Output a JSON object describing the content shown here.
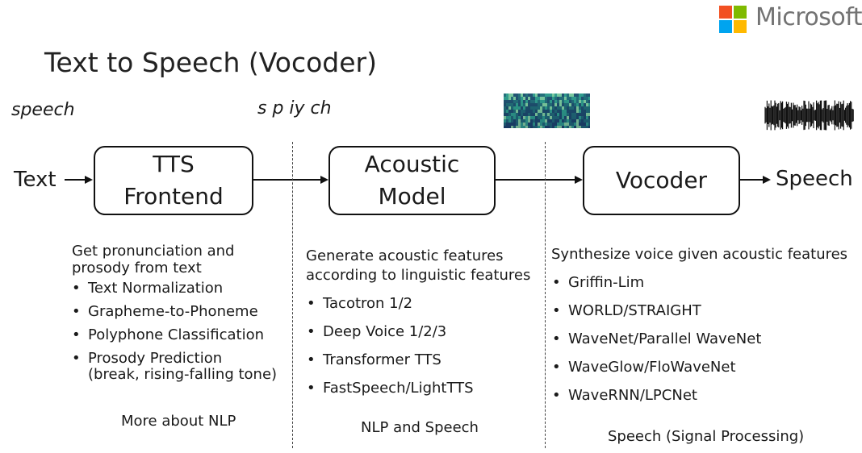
{
  "brand": {
    "name": "Microsoft"
  },
  "title": "Text to Speech (Vocoder)",
  "labels": {
    "text_example": "speech",
    "phonemes": "s p iy ch",
    "input": "Text",
    "output": "Speech"
  },
  "boxes": {
    "frontend": [
      "TTS",
      "Frontend"
    ],
    "acoustic": [
      "Acoustic",
      "Model"
    ],
    "vocoder": [
      "Vocoder"
    ]
  },
  "columns": [
    {
      "heading": "Get pronunciation and prosody from text",
      "items": [
        "Text Normalization",
        "Grapheme-to-Phoneme",
        "Polyphone Classification",
        "Prosody Prediction (break, rising-falling tone)"
      ],
      "footer": "More about NLP"
    },
    {
      "heading": "Generate acoustic features according to linguistic features",
      "items": [
        "Tacotron 1/2",
        "Deep Voice 1/2/3",
        "Transformer TTS",
        "FastSpeech/LightTTS"
      ],
      "footer": "NLP and Speech"
    },
    {
      "heading": "Synthesize voice given acoustic features",
      "items": [
        "Griffin-Lim",
        "WORLD/STRAIGHT",
        "WaveNet/Parallel WaveNet",
        "WaveGlow/FloWaveNet",
        "WaveRNN/LPCNet"
      ],
      "footer": "Speech (Signal Processing)"
    }
  ],
  "colors": {
    "logo_red": "#f25022",
    "logo_green": "#7fba00",
    "logo_blue": "#00a4ef",
    "logo_yellow": "#ffb900",
    "spectrogram": "#1f6f6a",
    "waveform": "#111111"
  },
  "icons": {
    "spectrogram": "spectrogram-image",
    "waveform": "waveform-image"
  }
}
